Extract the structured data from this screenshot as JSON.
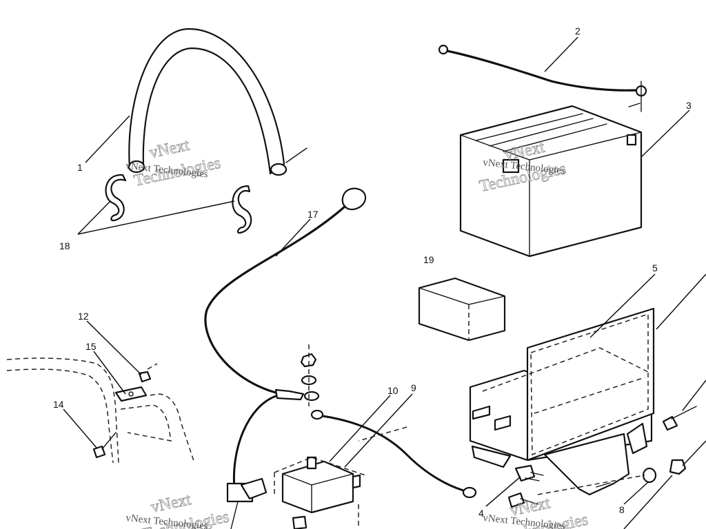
{
  "callouts": {
    "c1": "1",
    "c2": "2",
    "c3": "3",
    "c4": "4",
    "c5": "5",
    "c8": "8",
    "c9": "9",
    "c10": "10",
    "c12": "12",
    "c14": "14",
    "c15": "15",
    "c17": "17",
    "c18": "18",
    "c19": "19"
  },
  "watermark": {
    "line_a": "vNext",
    "line_b": "Technologies",
    "line_c": "vNext Technologies"
  }
}
